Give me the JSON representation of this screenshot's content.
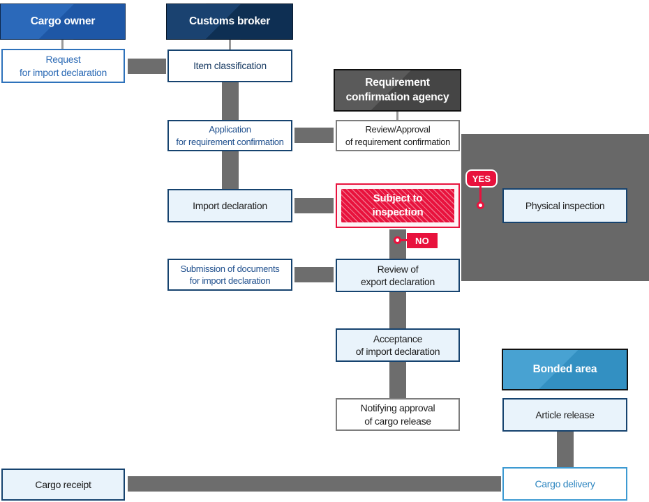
{
  "headers": {
    "cargo_owner": "Cargo owner",
    "customs_broker": "Customs broker",
    "requirement_agency": "Requirement\nconfirmation agency",
    "bonded_area": "Bonded area"
  },
  "nodes": {
    "request_import": "Request\nfor import declaration",
    "item_classification": "Item classification",
    "application_requirement": "Application\nfor requirement confirmation",
    "review_approval": "Review/Approval\nof requirement confirmation",
    "import_declaration": "Import declaration",
    "subject_inspection": "Subject to\ninspection",
    "physical_inspection": "Physical inspection",
    "submission_documents": "Submission of documents\nfor import declaration",
    "review_export": "Review of\nexport declaration",
    "acceptance_import": "Acceptance\nof import declaration",
    "notifying_approval": "Notifying approval\nof cargo release",
    "article_release": "Article release",
    "cargo_delivery": "Cargo delivery",
    "cargo_receipt": "Cargo receipt"
  },
  "badges": {
    "yes": "YES",
    "no": "NO"
  },
  "colors": {
    "accent_red": "#e8123d",
    "navy_border": "#16436f",
    "blue_header": "#1e57a6",
    "dark_navy_header": "#0e2f53",
    "gray_header": "#454545",
    "bonded_blue": "#3390c2",
    "light_blue_fill": "#e9f3fb",
    "connector_gray": "#6d6d6d",
    "zone_gray": "#686868"
  }
}
